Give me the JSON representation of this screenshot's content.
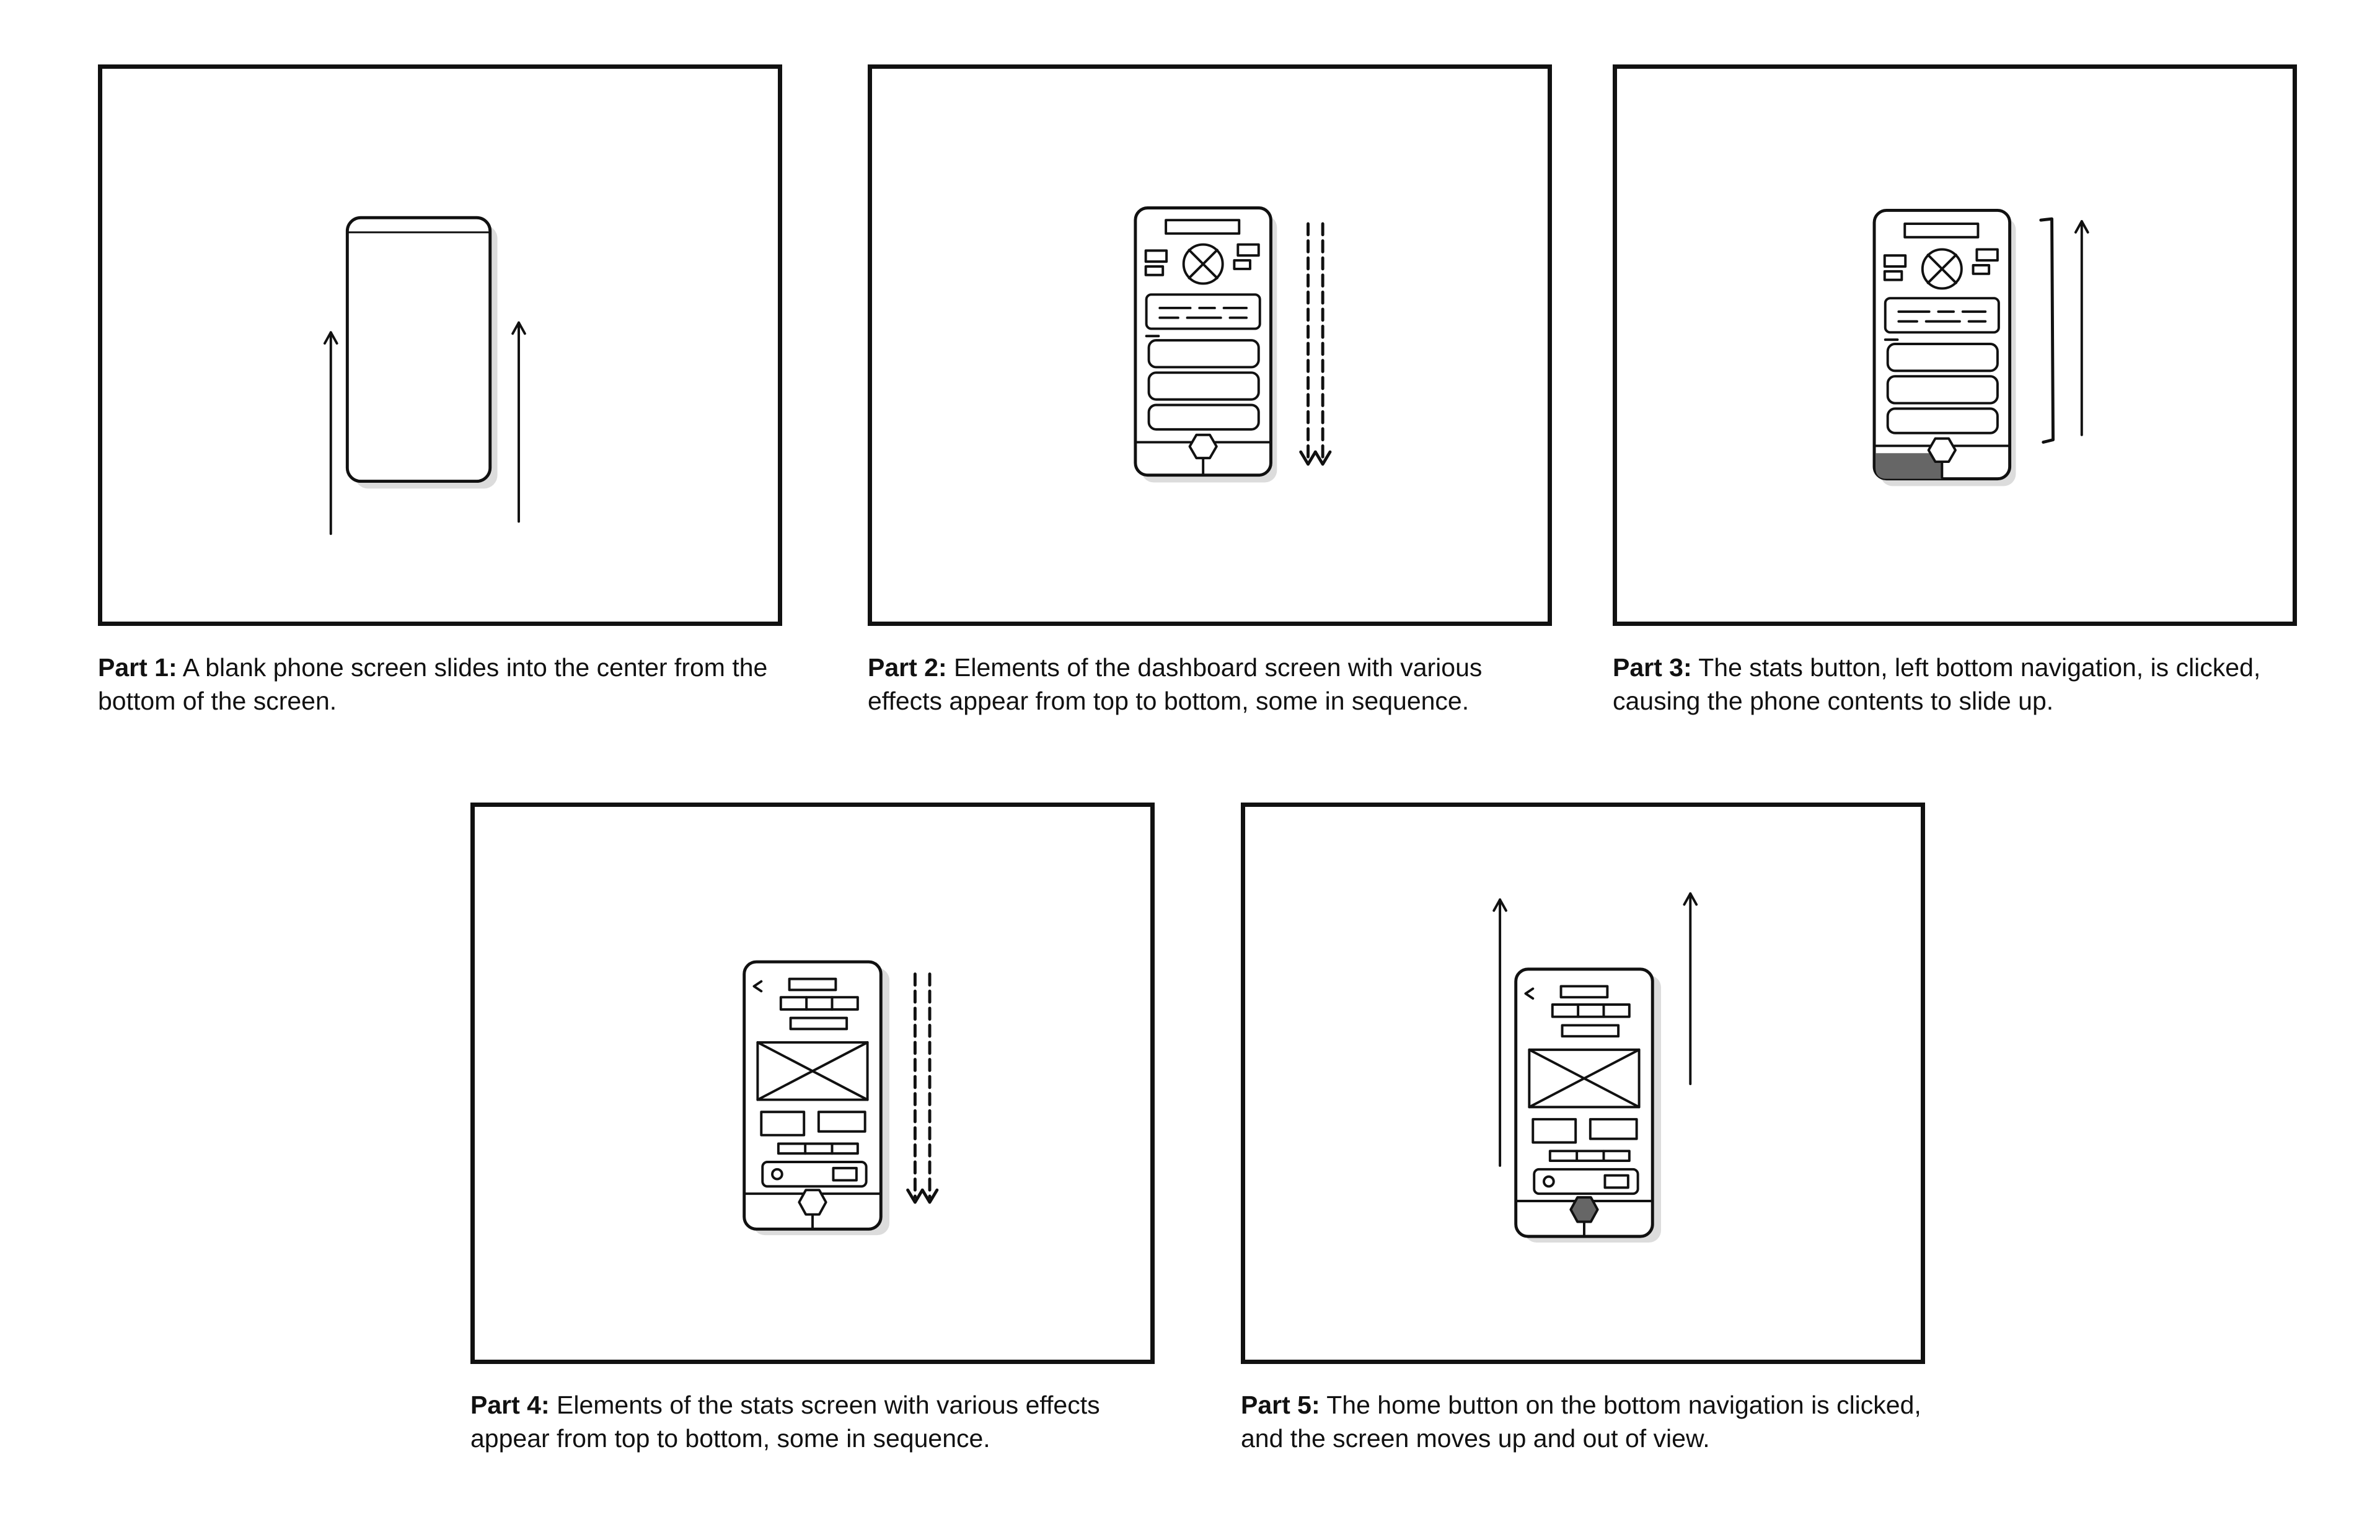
{
  "panels": [
    {
      "label": "Part 1:",
      "text": "A blank phone screen slides into the center from the bottom of the screen."
    },
    {
      "label": "Part 2:",
      "text": "Elements of the dashboard screen with various effects appear from top to bottom, some in sequence."
    },
    {
      "label": "Part 3:",
      "text": "The stats button, left bottom navigation, is clicked, causing the phone contents to slide up."
    },
    {
      "label": "Part 4:",
      "text": "Elements of the stats screen with various effects appear from top to bottom, some in sequence."
    },
    {
      "label": "Part 5:",
      "text": "The home button on the bottom navigation is clicked, and the screen moves up and out of view."
    }
  ],
  "colors": {
    "ink": "#111111",
    "shadow": "#dcdcdc",
    "highlight": "#666666",
    "background": "#ffffff"
  }
}
